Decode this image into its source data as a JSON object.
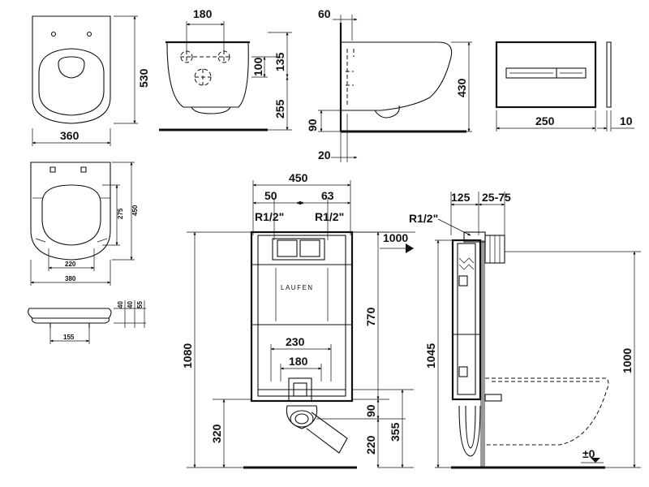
{
  "seat_top": {
    "w": "360",
    "h": "530"
  },
  "front": {
    "w": "180",
    "a": "135",
    "b": "100",
    "c": "255"
  },
  "side": {
    "a": "60",
    "h": "430",
    "b": "90",
    "c": "20"
  },
  "plate": {
    "w": "250",
    "d": "10"
  },
  "seat_plan": {
    "h1": "275",
    "h2": "450",
    "w1": "220",
    "w2": "380"
  },
  "seat_side": {
    "a": "40",
    "b": "40",
    "c": "55",
    "w": "155"
  },
  "frame_front": {
    "w": "450",
    "l": "50",
    "r": "63",
    "thread_l": "R1/2\"",
    "thread_r": "R1/2\"",
    "top": "1000",
    "h_total": "1080",
    "h_mid": "770",
    "w1": "230",
    "w2": "180",
    "brand": "LAUFEN",
    "h_low": "320",
    "h_90": "90",
    "h_220": "220",
    "h_355": "355"
  },
  "frame_side": {
    "a": "125",
    "b": "25-75",
    "thread": "R1/2\"",
    "h": "1045",
    "h2": "1000",
    "zero": "±0"
  }
}
